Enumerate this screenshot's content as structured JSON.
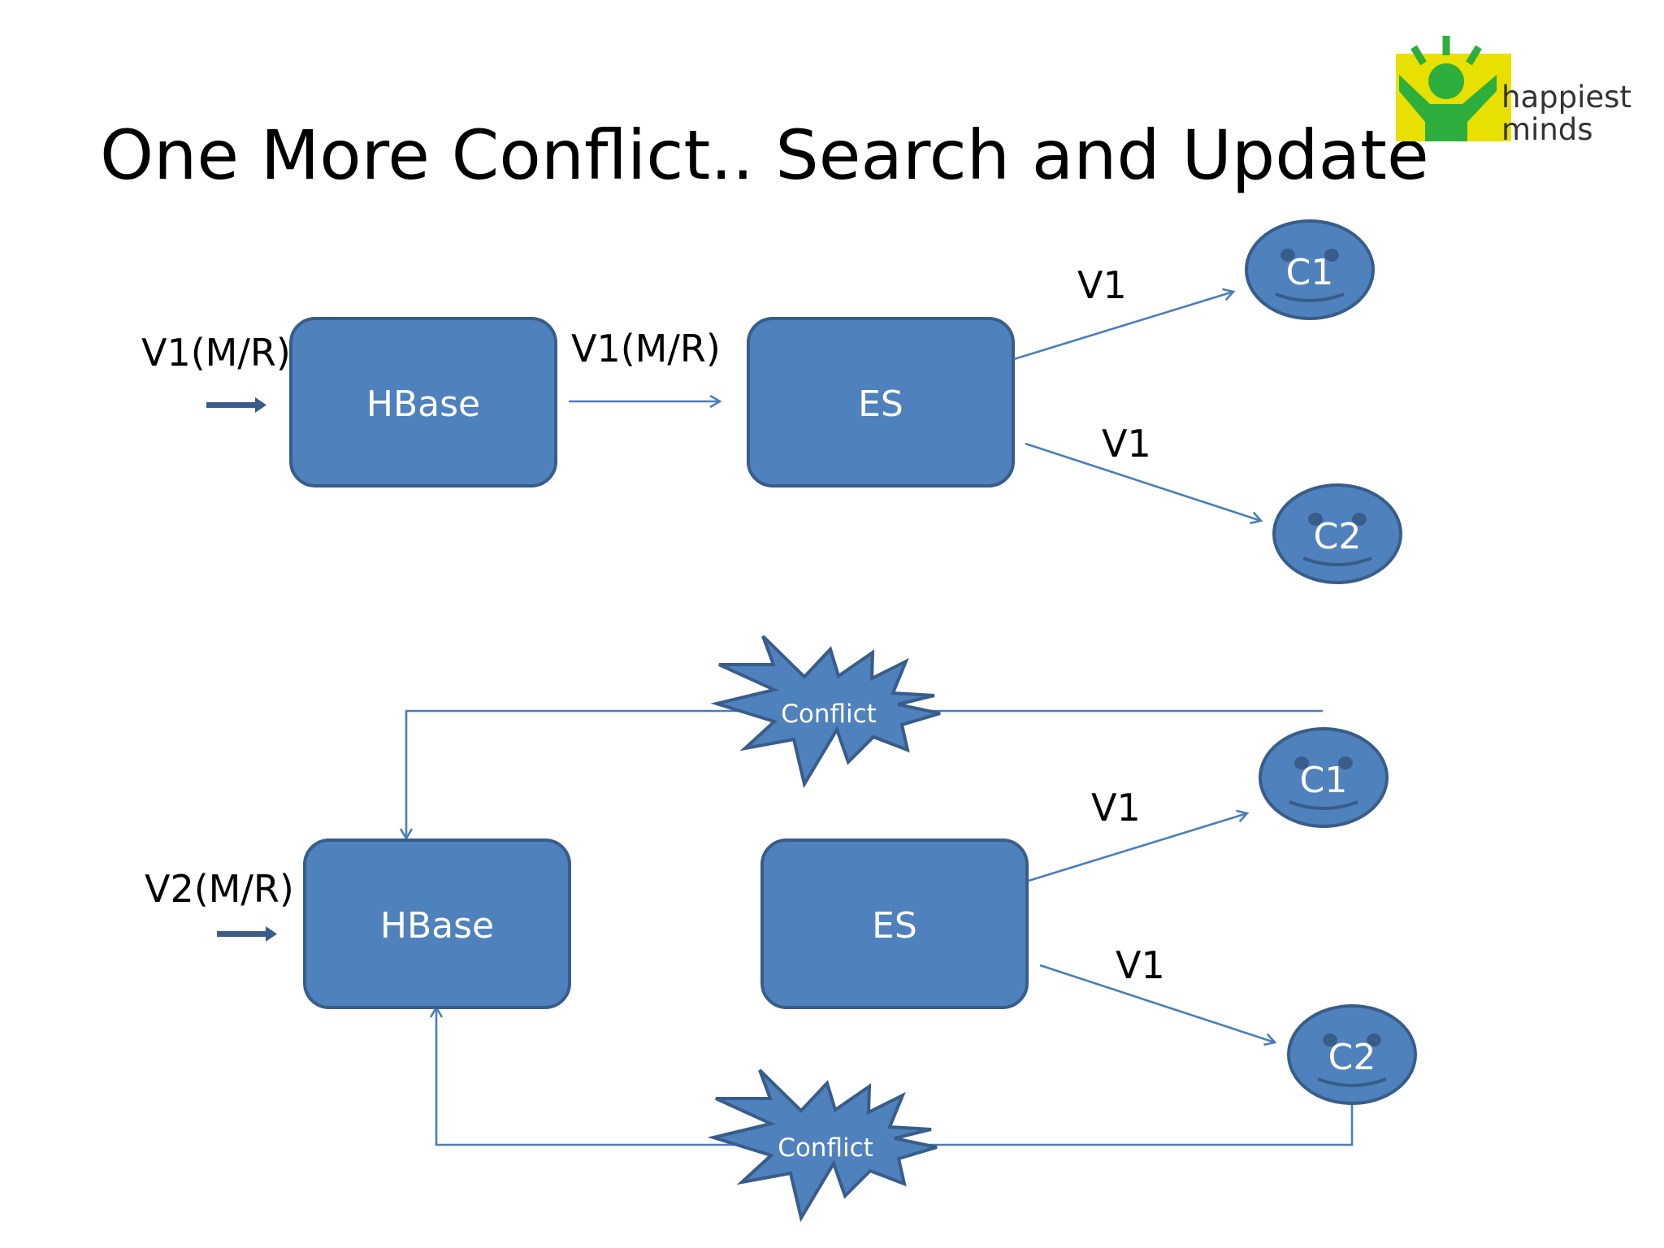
{
  "slide": {
    "title": "One More Conflict.. Search and Update",
    "colors": {
      "shape_fill": "#4f81bd",
      "shape_border": "#385d8a",
      "connector": "#4a7ebb",
      "logo_yellow": "#e8e000",
      "logo_green": "#2eae3c"
    }
  },
  "logo": {
    "line1": "happiest",
    "line2": "minds"
  },
  "top_flow": {
    "input_label": "V1(M/R)",
    "hbase_label": "HBase",
    "hbase_to_es_label": "V1(M/R)",
    "es_label": "ES",
    "to_c1_label": "V1",
    "to_c2_label": "V1",
    "c1_label": "C1",
    "c2_label": "C2"
  },
  "bottom_flow": {
    "input_label": "V2(M/R)",
    "hbase_label": "HBase",
    "es_label": "ES",
    "to_c1_label": "V1",
    "to_c2_label": "V1",
    "c1_label": "C1",
    "c2_label": "C2",
    "conflict_top_label": "Conflict",
    "conflict_bottom_label": "Conflict"
  }
}
